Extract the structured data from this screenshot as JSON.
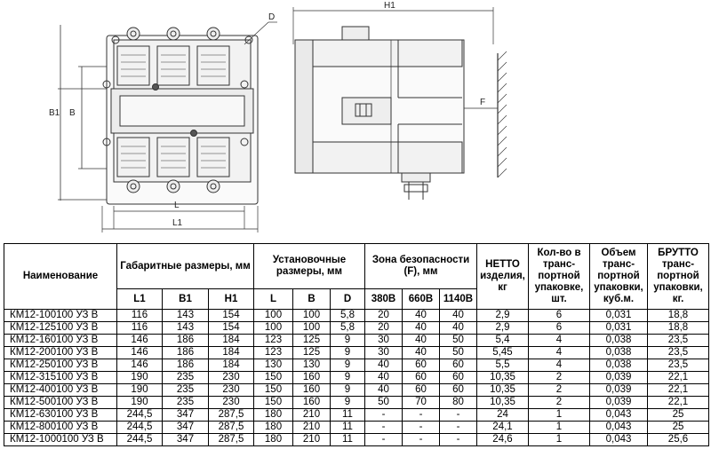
{
  "drawing": {
    "front_labels": {
      "d": "D",
      "b1": "B1",
      "b": "B",
      "l": "L",
      "l1": "L1"
    },
    "side_labels": {
      "h1": "H1",
      "f": "F"
    }
  },
  "table": {
    "header": {
      "name": "Наименование",
      "gabarit": "Габаритные размеры, мм",
      "ustanov": "Установочные размеры, мм",
      "zona": "Зона безопасности (F), мм",
      "netto": "НЕТТО изделия, кг",
      "kolvo": "Кол-во в транс-портной упаковке, шт.",
      "obem": "Объем транс-портной упаковки, куб.м.",
      "brutto": "БРУТТО транс-портной упаковки, кг.",
      "sub": [
        "L1",
        "B1",
        "H1",
        "L",
        "B",
        "D",
        "380В",
        "660В",
        "1140В"
      ]
    },
    "rows": [
      [
        "КМ12-100100 УЗ В",
        "116",
        "143",
        "154",
        "100",
        "100",
        "5,8",
        "20",
        "40",
        "40",
        "2,9",
        "6",
        "0,031",
        "18,8"
      ],
      [
        "КМ12-125100 УЗ В",
        "116",
        "143",
        "154",
        "100",
        "100",
        "5,8",
        "20",
        "40",
        "40",
        "2,9",
        "6",
        "0,031",
        "18,8"
      ],
      [
        "КМ12-160100 УЗ В",
        "146",
        "186",
        "184",
        "123",
        "125",
        "9",
        "30",
        "40",
        "50",
        "5,4",
        "4",
        "0,038",
        "23,5"
      ],
      [
        "КМ12-200100 УЗ В",
        "146",
        "186",
        "184",
        "123",
        "125",
        "9",
        "30",
        "40",
        "50",
        "5,45",
        "4",
        "0,038",
        "23,5"
      ],
      [
        "КМ12-250100 УЗ В",
        "146",
        "186",
        "184",
        "130",
        "130",
        "9",
        "40",
        "60",
        "60",
        "5,5",
        "4",
        "0,038",
        "23,5"
      ],
      [
        "КМ12-315100 УЗ В",
        "190",
        "235",
        "230",
        "150",
        "160",
        "9",
        "40",
        "60",
        "60",
        "10,35",
        "2",
        "0,039",
        "22,1"
      ],
      [
        "КМ12-400100 УЗ В",
        "190",
        "235",
        "230",
        "150",
        "160",
        "9",
        "40",
        "60",
        "60",
        "10,35",
        "2",
        "0,039",
        "22,1"
      ],
      [
        "КМ12-500100 УЗ В",
        "190",
        "235",
        "230",
        "150",
        "160",
        "9",
        "50",
        "70",
        "80",
        "10,35",
        "2",
        "0,039",
        "22,1"
      ],
      [
        "КМ12-630100 УЗ В",
        "244,5",
        "347",
        "287,5",
        "180",
        "210",
        "11",
        "-",
        "-",
        "-",
        "24",
        "1",
        "0,043",
        "25"
      ],
      [
        "КМ12-800100 УЗ В",
        "244,5",
        "347",
        "287,5",
        "180",
        "210",
        "11",
        "-",
        "-",
        "-",
        "24,1",
        "1",
        "0,043",
        "25"
      ],
      [
        "КМ12-1000100 УЗ В",
        "244,5",
        "347",
        "287,5",
        "180",
        "210",
        "11",
        "-",
        "-",
        "-",
        "24,6",
        "1",
        "0,043",
        "25,6"
      ]
    ]
  }
}
